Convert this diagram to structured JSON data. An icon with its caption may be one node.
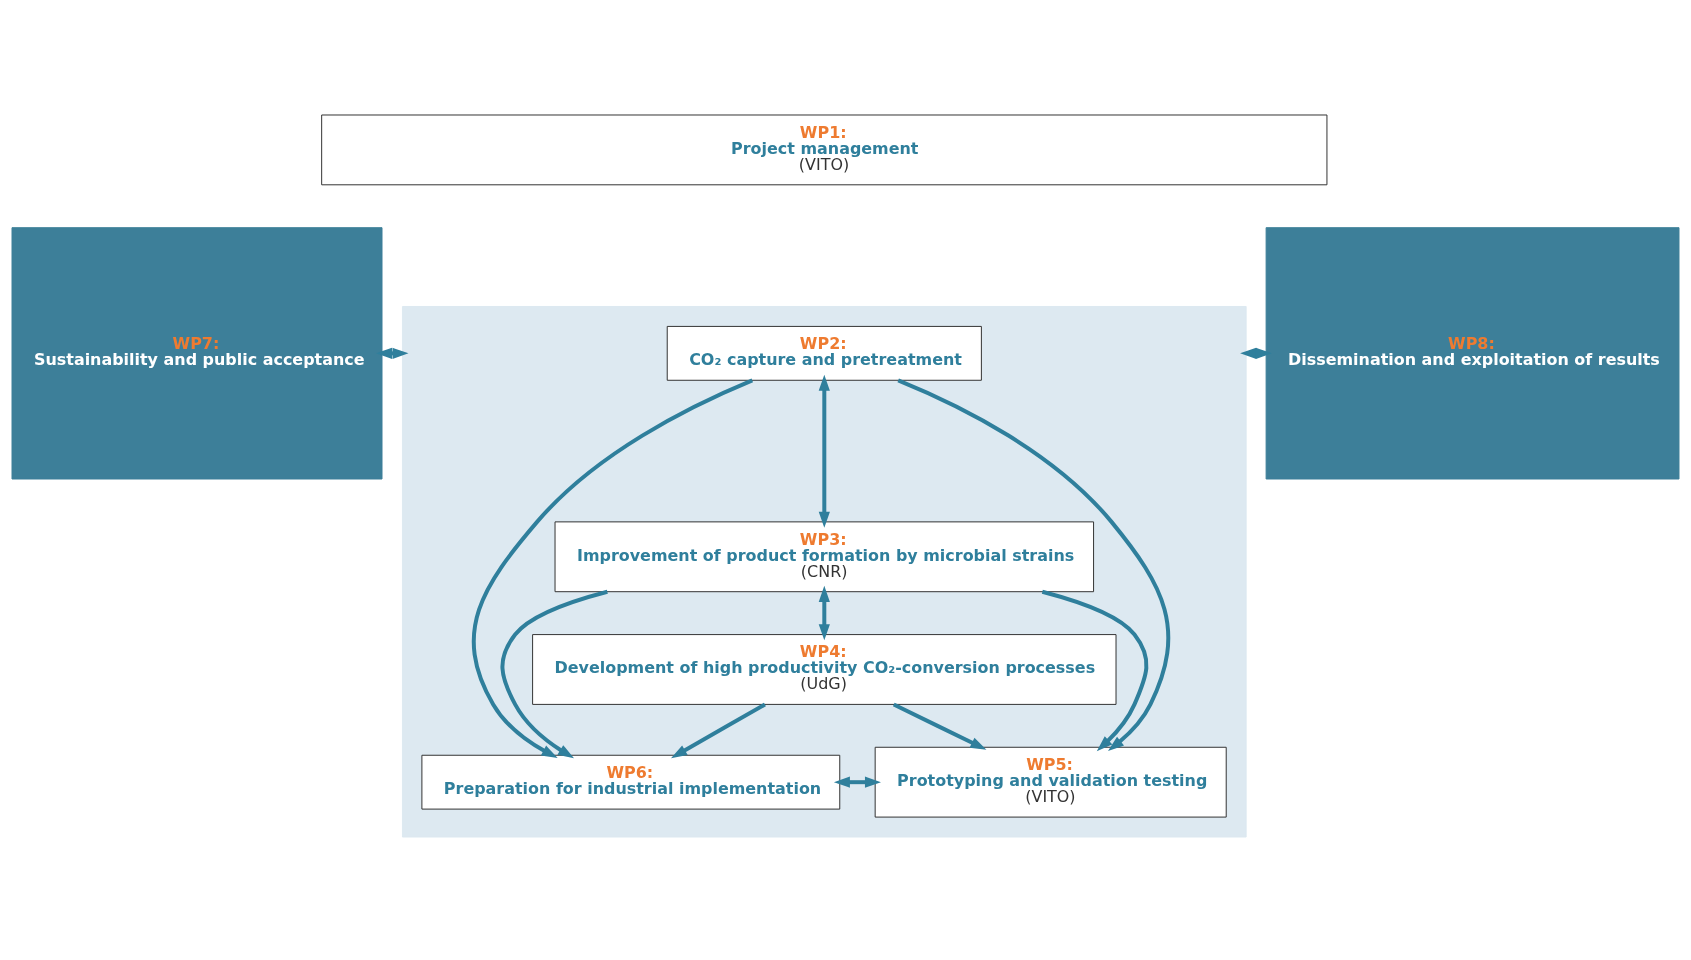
{
  "diagram": {
    "nodes": [
      {
        "text": [
          "WP1:",
          "Project management",
          "(VITO)"
        ]
      },
      {
        "text": [],
        "shape": "box"
      },
      {
        "text": [
          "WP2:",
          "CO₂ capture and pretreatment"
        ],
        "in": 1
      },
      {
        "text": [
          "WP3:",
          "Improvement of product formation by microbial strains",
          "(CNR)"
        ],
        "in": 1
      },
      {
        "text": [
          "WP4:",
          "Development of high productivity CO₂-conversion processes",
          "(UdG)"
        ],
        "in": 1
      },
      {
        "text": [
          "WP5:",
          "Prototyping and validation testing",
          "(VITO)"
        ],
        "in": 1
      },
      {
        "text": [
          "WP6:",
          "Preparation for industrial implementation"
        ],
        "in": 1
      },
      {
        "text": [
          "WP7:",
          "Sustainability and public acceptance"
        ]
      },
      {
        "text": [
          "WP8:",
          "Dissemination and exploitation of results"
        ]
      }
    ],
    "edges": [
      {
        "from": 7,
        "to": 1,
        "arrow": "both"
      },
      {
        "from": 1,
        "to": 8,
        "arrow": "both"
      },
      {
        "from": 2,
        "to": 3,
        "arrow": "both"
      },
      {
        "from": 3,
        "to": 4,
        "arrow": "both"
      },
      {
        "from": 2,
        "to": 5,
        "arrow": "to"
      },
      {
        "from": 3,
        "to": 5,
        "arrow": "to"
      },
      {
        "from": 4,
        "to": 5,
        "arrow": "to"
      },
      {
        "from": 4,
        "to": 6,
        "arrow": "to"
      },
      {
        "from": 3,
        "to": 6,
        "arrow": "to"
      },
      {
        "from": 2,
        "to": 6,
        "arrow": "to"
      },
      {
        "from": 5,
        "to": 6,
        "arrow": "both"
      }
    ]
  }
}
